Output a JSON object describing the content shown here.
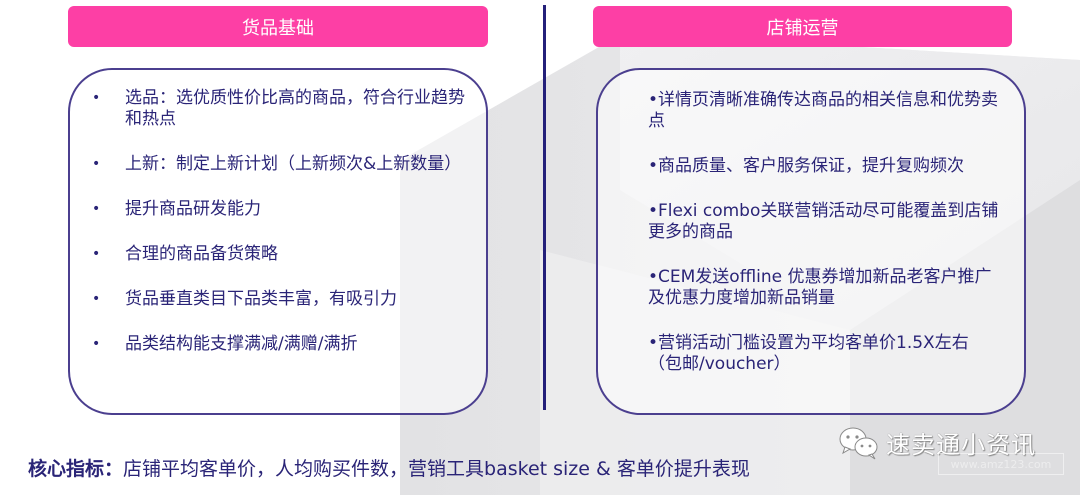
{
  "left_section": {
    "title": "货品基础",
    "items": [
      {
        "bullet": "•",
        "text": "选品：选优质性价比高的商品，符合行业趋势和热点"
      },
      {
        "bullet": "•",
        "text": "上新：制定上新计划（上新频次&上新数量）"
      },
      {
        "bullet": "•",
        "text": "提升商品研发能力"
      },
      {
        "bullet": "•",
        "text": "合理的商品备货策略"
      },
      {
        "bullet": "•",
        "text": "货品垂直类目下品类丰富，有吸引力"
      },
      {
        "bullet": "•",
        "text": "品类结构能支撑满减/满赠/满折"
      }
    ]
  },
  "right_section": {
    "title": "店铺运营",
    "items": [
      {
        "text": "•详情页清晰准确传达商品的相关信息和优势卖点"
      },
      {
        "text": "•商品质量、客户服务保证，提升复购频次"
      },
      {
        "text": "•Flexi combo关联营销活动尽可能覆盖到店铺更多的商品"
      },
      {
        "text": "•CEM发送offline 优惠券增加新品老客户推广及优惠力度增加新品销量"
      },
      {
        "text": "•营销活动门槛设置为平均客单价1.5X左右（包邮/voucher）"
      }
    ]
  },
  "footer": {
    "label": "核心指标：",
    "text": "店铺平均客单价，人均购买件数，营销工具basket size & 客单价提升表现"
  },
  "watermark": {
    "icon": "wechat-icon",
    "text": "速卖通小资讯",
    "url": "www.amz123.com"
  },
  "colors": {
    "header_pink": "#fd3fa5",
    "text_navy": "#2a2477",
    "panel_border": "#4b3f8f",
    "divider": "#24207a",
    "background_gray": "#e4e4e6"
  }
}
